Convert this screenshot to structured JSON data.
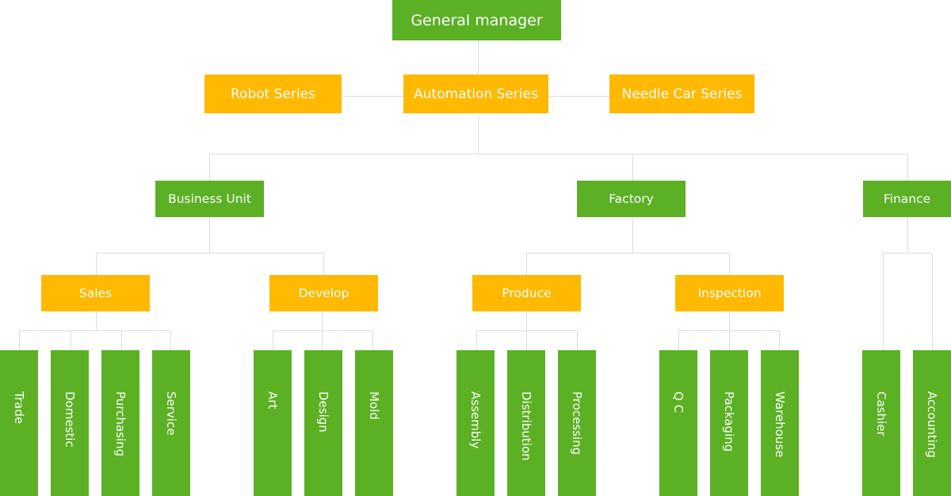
{
  "colors": {
    "green": "#5bb024",
    "orange": "#ffb900",
    "connector": "#dddddd",
    "text": "#ffffff"
  },
  "top": {
    "general_manager": "General manager"
  },
  "series": {
    "robot": "Robot Series",
    "automation": "Automation Series",
    "needle_car": "Needle Car Series"
  },
  "departments": {
    "business_unit": "Business Unit",
    "factory": "Factory",
    "finance": "Finance"
  },
  "groups": {
    "sales": "Sales",
    "develop": "Develop",
    "produce": "Produce",
    "inspection": "Inspection"
  },
  "leaves": {
    "trade": "Trade",
    "domestic": "Domestic",
    "purchasing": "Purchasing",
    "service": "Service",
    "art": "Art",
    "design": "Design",
    "mold": "Mold",
    "assembly": "Assembly",
    "distribution": "Distribution",
    "processing": "Processing",
    "qc": "Q C",
    "packaging": "Packaging",
    "warehouse": "Warehouse",
    "cashier": "Cashier",
    "accounting": "Accounting"
  }
}
